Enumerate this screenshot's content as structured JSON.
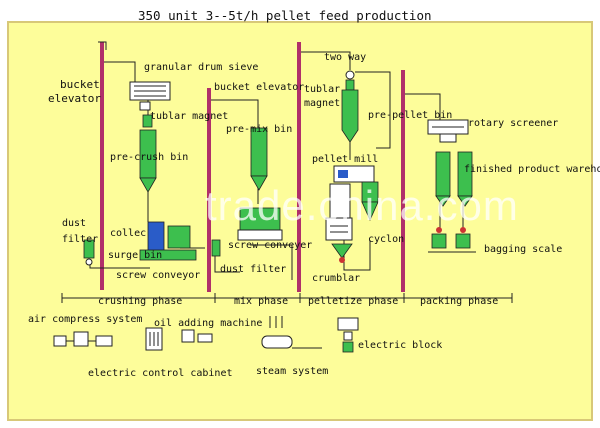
{
  "title": "350 unit  3--5t/h  pellet feed production",
  "labels": {
    "bucket_elevator_left_1": "bucket",
    "bucket_elevator_left_2": "elevator",
    "granular_drum_sieve": "granular drum sieve",
    "tublar_magnet_1": "tublar magnet",
    "pre_crush_bin": "pre-crush bin",
    "dust_filter_1": "dust",
    "dust_filter_2": "filter",
    "collector": "collec",
    "surge_bin": "surge bin",
    "screw_conveyor_1": "screw conveyor",
    "bucket_elevator_mid": "bucket elevator",
    "pre_mix_bin": "pre-mix bin",
    "screw_conveyer_2": "screw conveyer",
    "dust_filter_3": "dust filter",
    "two_way": "two way",
    "tublar_2a": "tublar",
    "tublar_2b": "magnet",
    "pellet_mill": "pellet mill",
    "cyclon": "cyclon",
    "crumblar": "crumblar",
    "pre_pellet_bin": "pre-pellet bin",
    "rotary_screener": "rotary screener",
    "finished_product": "finished  product wareho",
    "bagging_scale": "bagging scale"
  },
  "phases": {
    "crushing": "crushing phase",
    "mix": "mix phase",
    "pelletize": "pelletize phase",
    "packing": "packing phase"
  },
  "utilities": {
    "air_compress": "air compress system",
    "oil_adding": "oil adding machine",
    "electric_block": "electric block",
    "electric_control": "electric control cabinet",
    "steam": "steam system"
  },
  "watermark": "trade.china.com",
  "colors": {
    "panel": "#fdfd9a",
    "border": "#d8c878",
    "equipment": "#3dbf4e",
    "elevator": "#b0306a",
    "line": "#222222",
    "accent_blue": "#2a5cc8"
  }
}
